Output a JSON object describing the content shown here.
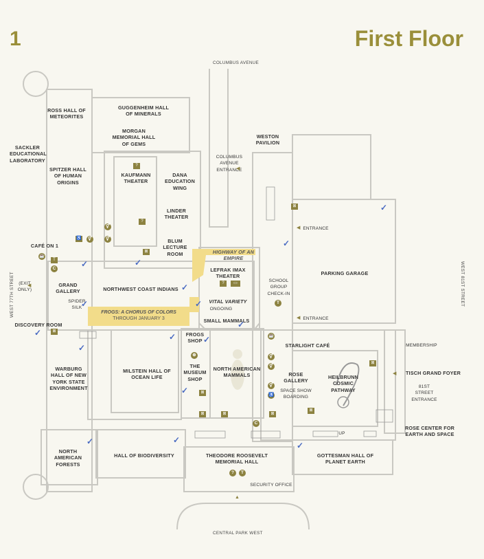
{
  "header": {
    "floor_number": "1",
    "floor_title": "First Floor"
  },
  "streets": {
    "top": "COLUMBUS AVENUE",
    "bottom": "CENTRAL PARK WEST",
    "left": "WEST 77TH STREET",
    "right": "WEST 81ST STREET"
  },
  "rooms": {
    "ross_hall": "ROSS HALL OF METEORITES",
    "guggenheim": "GUGGENHEIM HALL OF MINERALS",
    "morgan": "MORGAN MEMORIAL HALL OF GEMS",
    "sackler": "SACKLER EDUCATIONAL LABORATORY",
    "spitzer": "SPITZER HALL OF HUMAN ORIGINS",
    "kaufmann": "KAUFMANN THEATER",
    "dana": "DANA EDUCATION WING",
    "linder": "LINDER THEATER",
    "blum": "BLUM LECTURE ROOM",
    "cafe1": "CAFÉ ON 1",
    "exit": "(EXIT ONLY)",
    "grand_gallery": "GRAND GALLERY",
    "spider_silk": "SPIDER SILK",
    "northwest": "NORTHWEST COAST INDIANS",
    "discovery": "DISCOVERY ROOM",
    "highway": "HIGHWAY OF AN EMPIRE",
    "lefrak": "LEFRAK IMAX THEATER",
    "vital": "VITAL VARIETY",
    "ongoing": "ONGOING",
    "frogs": "FROGS: A CHORUS OF COLORS",
    "frogs_date": "THROUGH JANUARY 3",
    "small_mammals": "SMALL MAMMALS",
    "weston": "WESTON PAVILION",
    "columbus_entrance": "COLUMBUS AVENUE ENTRANCE",
    "entrance_upper": "ENTRANCE",
    "entrance_lower": "ENTRANCE",
    "school": "SCHOOL GROUP CHECK-IN",
    "parking": "PARKING GARAGE",
    "starlight": "STARLIGHT CAFÉ",
    "membership": "MEMBERSHIP",
    "tisch": "TISCH GRAND FOYER",
    "st81_entrance": "81ST STREET ENTRANCE",
    "warburg": "WARBURG HALL OF NEW YORK STATE ENVIRONMENT",
    "milstein": "MILSTEIN HALL OF OCEAN LIFE",
    "frogs_shop": "FROGS SHOP",
    "museum_shop": "THE MUSEUM SHOP",
    "na_mammals": "NORTH AMERICAN MAMMALS",
    "rose_gallery": "ROSE GALLERY",
    "space_show": "SPACE SHOW BOARDING",
    "heilbrunn": "HEILBRUNN COSMIC PATHWAY",
    "rose_center": "ROSE CENTER FOR EARTH AND SPACE",
    "na_forests": "NORTH AMERICAN FORESTS",
    "biodiversity": "HALL OF BIODIVERSITY",
    "roosevelt": "THEODORE ROOSEVELT MEMORIAL HALL",
    "gottesman": "GOTTESMAN HALL OF PLANET EARTH",
    "security": "SECURITY OFFICE",
    "up": "UP"
  },
  "colors": {
    "accent": "#9a8f3a",
    "icon": "#8c8240",
    "banner": "#f2dc8a",
    "check": "#4a6bc2",
    "walls": "#c9c8c2",
    "floor": "#f8f7f0"
  }
}
